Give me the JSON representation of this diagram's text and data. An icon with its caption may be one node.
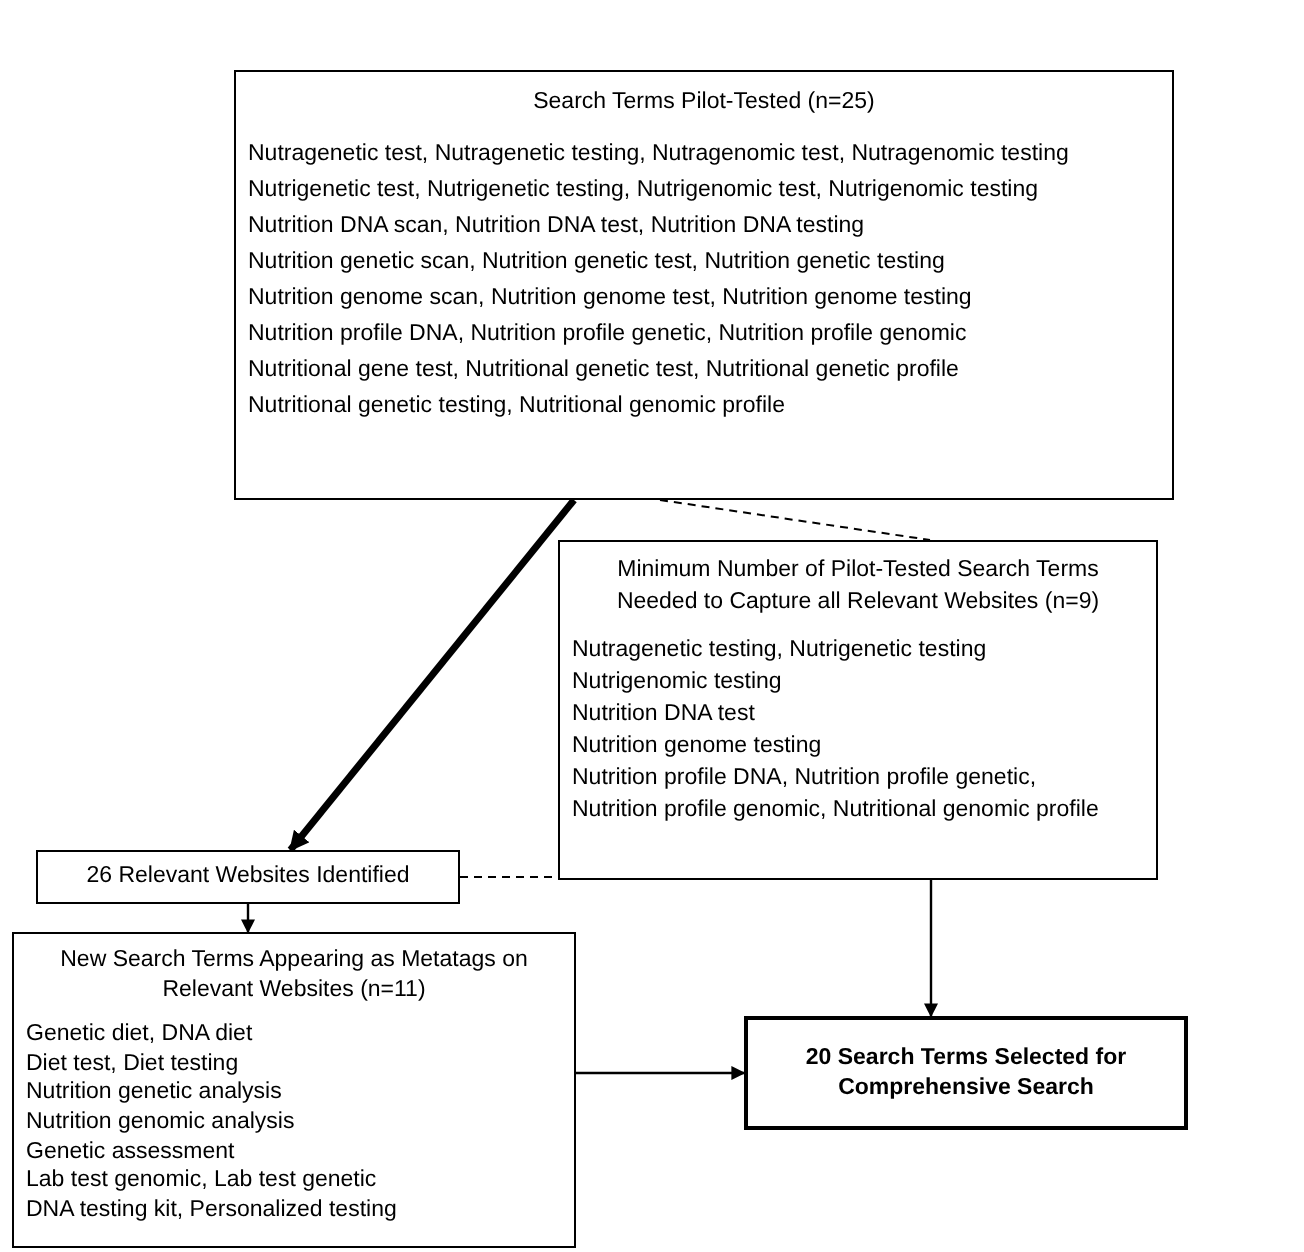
{
  "diagram": {
    "nodes": [
      {
        "text": [
          "Search Terms Pilot-Tested (n=25)",
          "Nutragenetic test, Nutragenetic testing, Nutragenomic test, Nutragenomic testing",
          "Nutrigenetic test, Nutrigenetic testing, Nutrigenomic test, Nutrigenomic testing",
          "Nutrition DNA scan, Nutrition DNA test, Nutrition DNA testing",
          "Nutrition genetic scan, Nutrition genetic test, Nutrition genetic testing",
          "Nutrition genome scan, Nutrition genome test, Nutrition genome testing",
          "Nutrition profile DNA, Nutrition profile genetic, Nutrition profile genomic",
          "Nutritional gene test, Nutritional genetic test, Nutritional genetic profile",
          "Nutritional genetic testing, Nutritional genomic profile"
        ]
      },
      {
        "text": [
          "Minimum Number of Pilot-Tested Search Terms Needed to Capture all Relevant Websites (n=9)",
          "Nutragenetic testing, Nutrigenetic testing",
          "Nutrigenomic testing",
          "Nutrition DNA test",
          "Nutrition genome testing",
          "Nutrition profile DNA, Nutrition profile genetic,",
          "Nutrition profile genomic, Nutritional genomic profile"
        ]
      },
      {
        "text": [
          "26 Relevant Websites Identified"
        ]
      },
      {
        "text": [
          "New Search Terms Appearing as Metatags on Relevant Websites (n=11)",
          "Genetic diet, DNA diet",
          "Diet test, Diet testing",
          "Nutrition genetic analysis",
          "Nutrition genomic analysis",
          "Genetic assessment",
          "Lab test genomic, Lab test genetic",
          "DNA testing kit, Personalized testing"
        ]
      },
      {
        "text": [
          "20 Search Terms Selected for Comprehensive Search"
        ]
      }
    ],
    "edges": [
      {
        "from": 0,
        "to": 2,
        "arrow": "to",
        "style": "thick"
      },
      {
        "from": 0,
        "to": 1,
        "arrow": "none",
        "style": "dashed"
      },
      {
        "from": 2,
        "to": 1,
        "arrow": "none",
        "style": "dashed"
      },
      {
        "from": 2,
        "to": 3,
        "arrow": "to"
      },
      {
        "from": 3,
        "to": 4,
        "arrow": "to"
      },
      {
        "from": 1,
        "to": 4,
        "arrow": "to"
      }
    ]
  }
}
